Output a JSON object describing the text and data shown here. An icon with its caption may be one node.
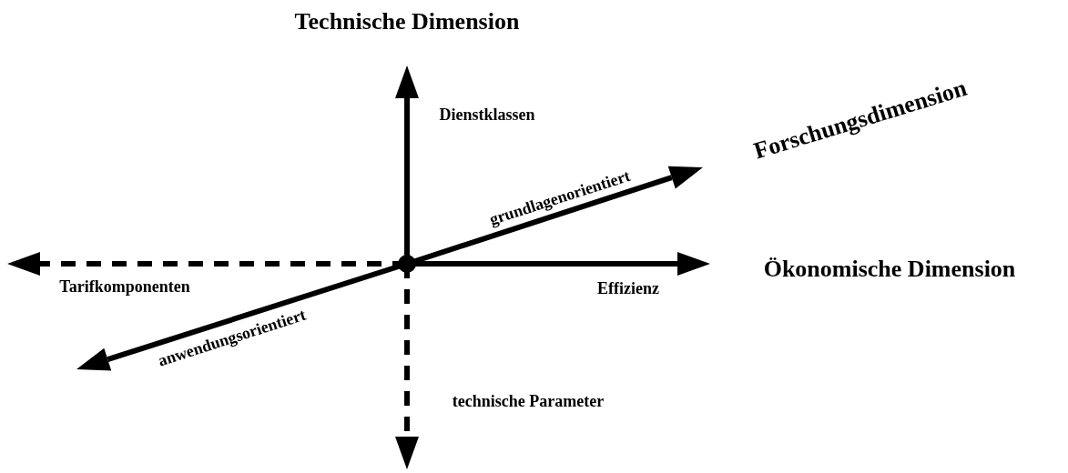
{
  "diagram": {
    "labels": [
      "Technische Dimension",
      "Dienstklassen",
      "Forschungsdimension",
      "grundlagenorientiert",
      "Ökonomische Dimension",
      "Tarifkomponenten",
      "Effizienz",
      "anwendungsorientiert",
      "technische Parameter"
    ]
  }
}
